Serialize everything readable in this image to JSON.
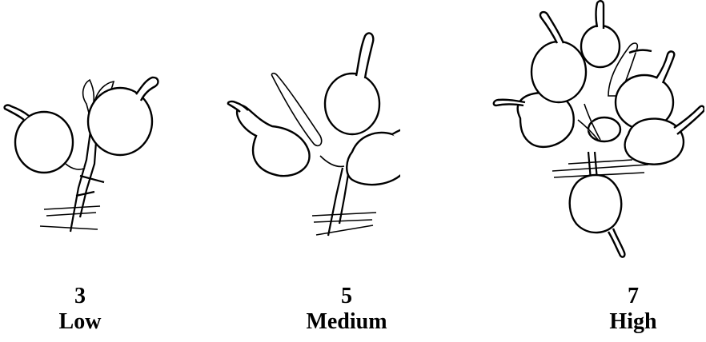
{
  "items": [
    {
      "score": "3",
      "level": "Low"
    },
    {
      "score": "5",
      "level": "Medium"
    },
    {
      "score": "7",
      "level": "High"
    }
  ]
}
